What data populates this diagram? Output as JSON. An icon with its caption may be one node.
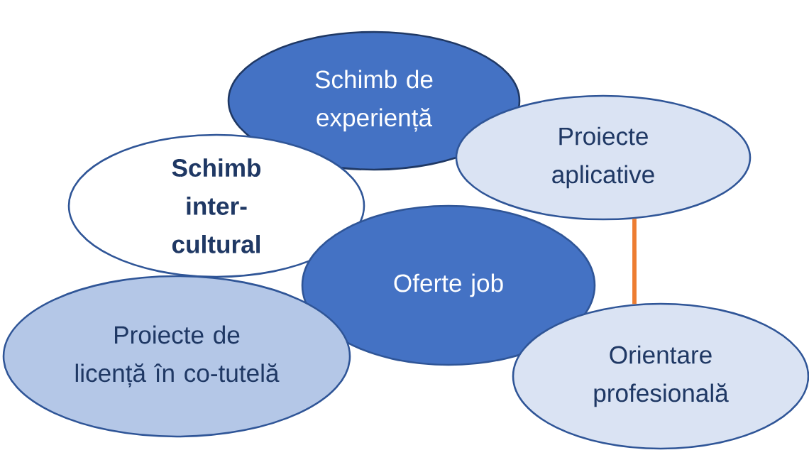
{
  "diagram": {
    "nodes": [
      {
        "text": [
          "Schimb de experiență"
        ]
      },
      {
        "text": [
          "Proiecte aplicative"
        ]
      },
      {
        "text": [
          "Schimb inter-cultural"
        ]
      },
      {
        "text": [
          "Oferte job"
        ]
      },
      {
        "text": [
          "Proiecte de licență în co-tutelă"
        ]
      },
      {
        "text": [
          "Orientare profesională"
        ]
      }
    ],
    "edges": [
      {
        "from": 1,
        "to": 5,
        "arrow": "none",
        "color": "#ed7d31"
      }
    ]
  }
}
